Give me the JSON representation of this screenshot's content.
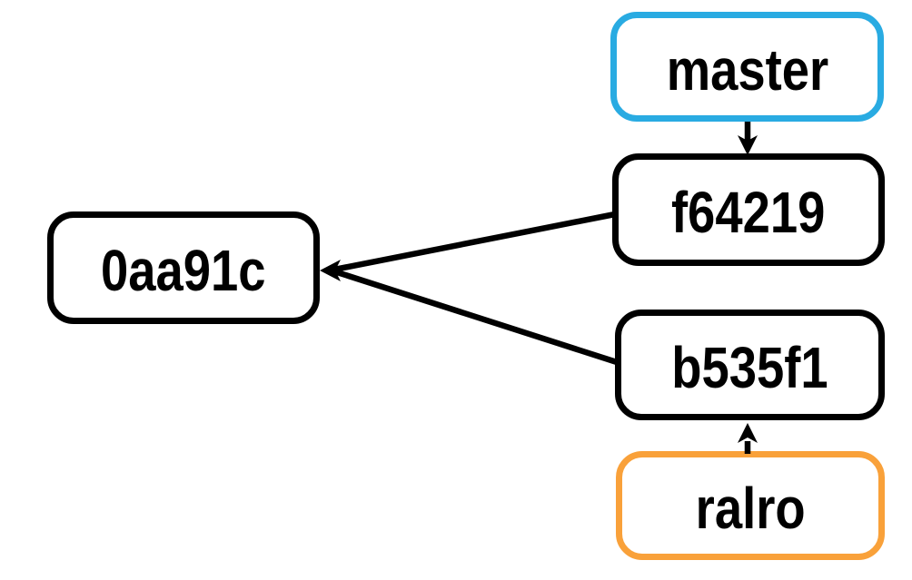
{
  "graph": {
    "nodes": {
      "master": {
        "label": "master",
        "border_color": "#29abe2"
      },
      "f64219": {
        "label": "f64219",
        "border_color": "#000000"
      },
      "0aa91c": {
        "label": "0aa91c",
        "border_color": "#000000"
      },
      "b535f1": {
        "label": "b535f1",
        "border_color": "#000000"
      },
      "ralro": {
        "label": "ralro",
        "border_color": "#f9a13a"
      }
    },
    "edges": [
      {
        "from": "master",
        "to": "f64219",
        "direction": "down"
      },
      {
        "from": "f64219",
        "to": "0aa91c",
        "direction": "left"
      },
      {
        "from": "b535f1",
        "to": "0aa91c",
        "direction": "left"
      },
      {
        "from": "ralro",
        "to": "b535f1",
        "direction": "up"
      }
    ],
    "colors": {
      "branch_box_border": "#29abe2",
      "ref_box_border": "#f9a13a",
      "commit_box_border": "#000000",
      "edge": "#000000",
      "background": "#ffffff",
      "text": "#000000"
    }
  }
}
